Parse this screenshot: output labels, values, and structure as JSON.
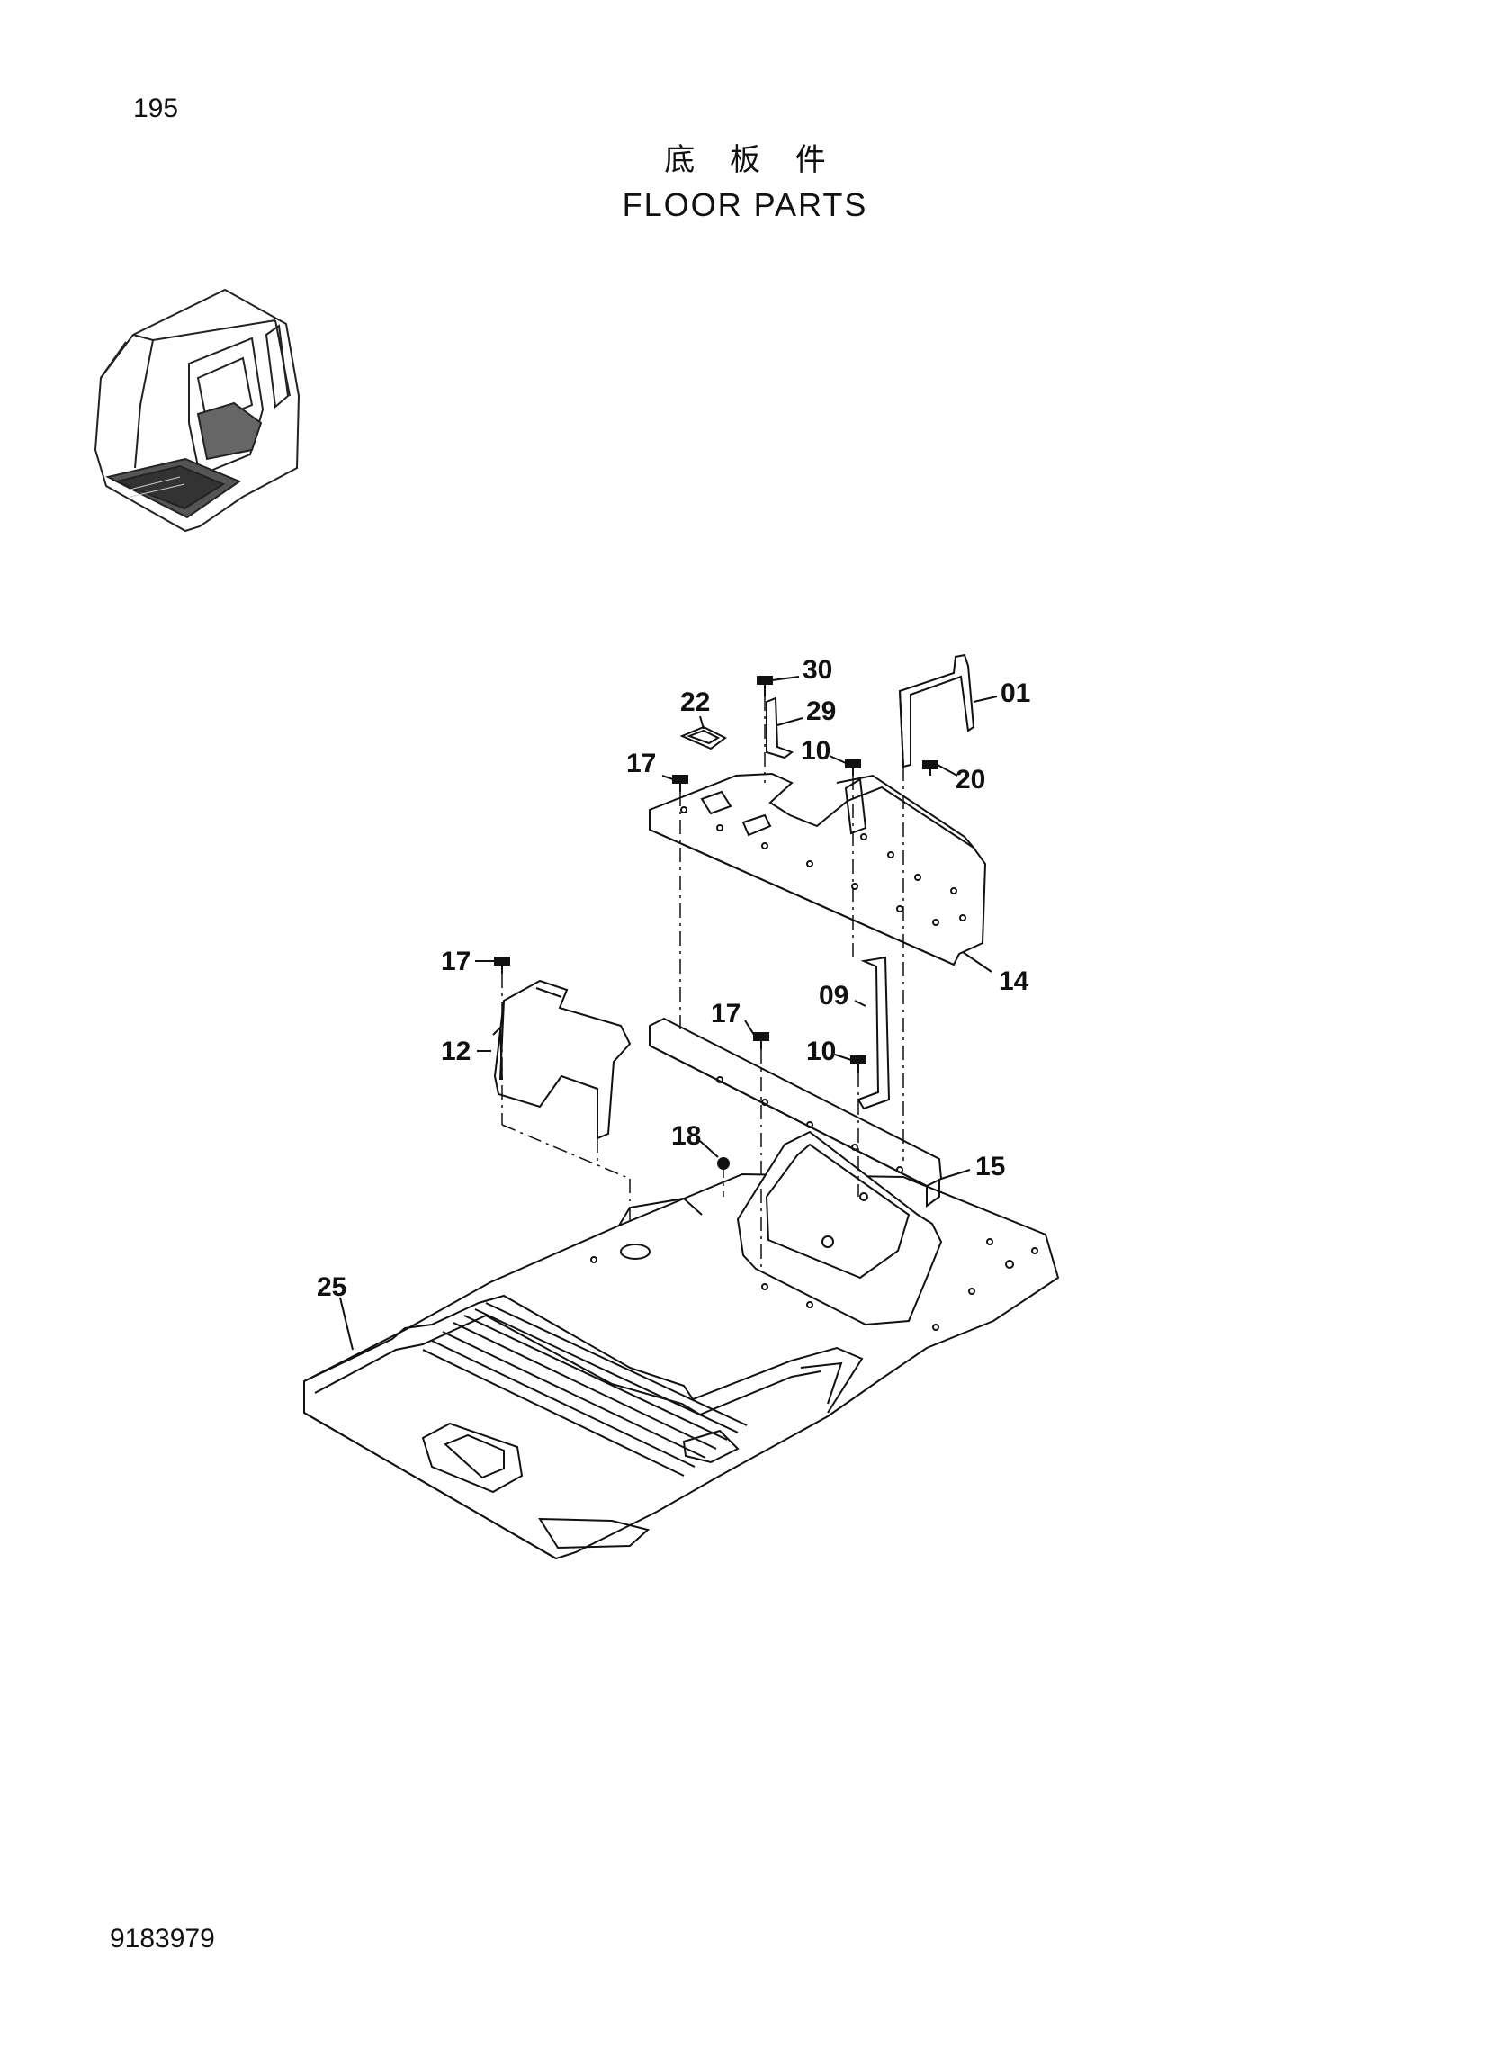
{
  "page_number": "195",
  "title": {
    "chinese": "底 板 件",
    "english": "FLOOR  PARTS"
  },
  "document_number": "9183979",
  "callouts": {
    "c30": "30",
    "c01": "01",
    "c22": "22",
    "c29": "29",
    "c17a": "17",
    "c10a": "10",
    "c20": "20",
    "c14": "14",
    "c17b": "17",
    "c09": "09",
    "c12": "12",
    "c17c": "17",
    "c10b": "10",
    "c18": "18",
    "c15": "15",
    "c25": "25"
  }
}
